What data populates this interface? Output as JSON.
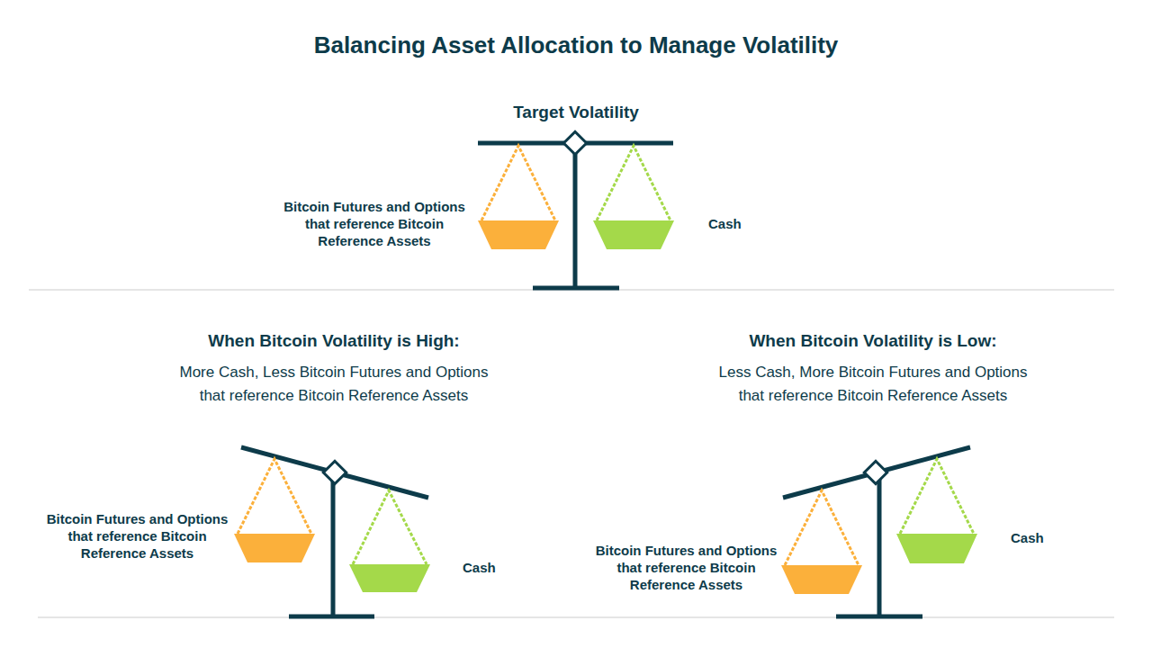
{
  "diagram": {
    "title": "Balancing Asset Allocation to Manage Volatility",
    "labels": [
      "Target Volatility",
      "Bitcoin Futures and Options that reference Bitcoin Reference Assets",
      "Cash",
      "When Bitcoin Volatility is High:",
      "More Cash, Less Bitcoin Futures and Options that reference Bitcoin Reference Assets",
      "Bitcoin Futures and Options that reference Bitcoin Reference Assets",
      "Cash",
      "When Bitcoin Volatility is Low:",
      "Less Cash, More Bitcoin Futures and Options that reference Bitcoin Reference Assets",
      "Bitcoin Futures and Options that reference Bitcoin Reference Assets",
      "Cash"
    ]
  }
}
